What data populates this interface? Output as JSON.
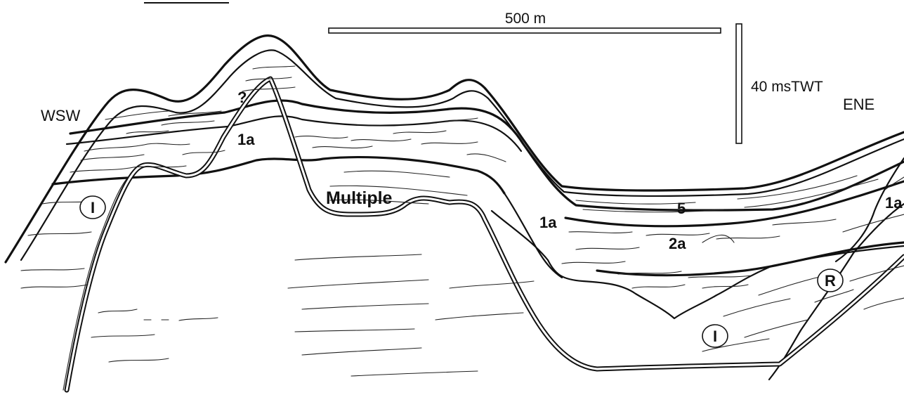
{
  "labels": {
    "west": "WSW",
    "east": "ENE",
    "question": "?",
    "multiple": "Multiple",
    "unit_1a_left": "1a",
    "unit_1a_mid": "1a",
    "unit_1a_right": "1a",
    "unit_5": "5",
    "unit_2a": "2a"
  },
  "circled_units": {
    "left_I": "I",
    "center_I": "I",
    "right_R": "R"
  },
  "scales": {
    "horizontal": "500 m",
    "vertical": "40 msTWT"
  }
}
